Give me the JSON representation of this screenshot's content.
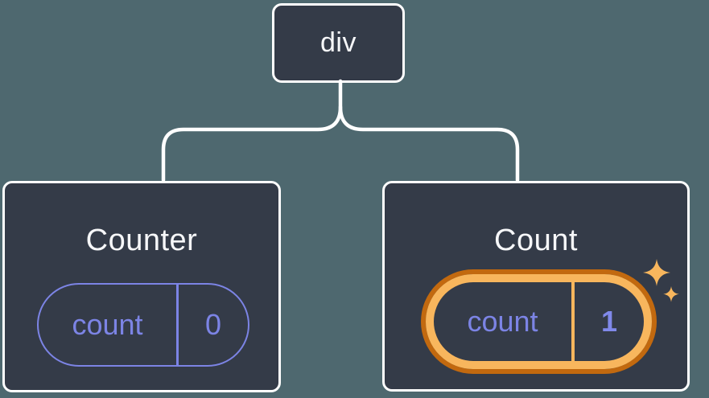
{
  "diagram_title": "component-tree-with-state",
  "colors": {
    "background": "#4e686f",
    "node_fill": "#343b48",
    "node_border": "#ffffff",
    "state_purple": "#7c84e5",
    "highlight_orange_light": "#f8b65d",
    "highlight_orange_dark": "#c2690f",
    "title_text": "#f6f7f9"
  },
  "icons": {
    "sparkles": "✦"
  },
  "tree": {
    "root": {
      "label": "div"
    },
    "children": [
      {
        "title": "Counter",
        "state_key": "count",
        "state_value": "0",
        "highlighted": false
      },
      {
        "title": "Count",
        "state_key": "count",
        "state_value": "1",
        "highlighted": true
      }
    ]
  }
}
